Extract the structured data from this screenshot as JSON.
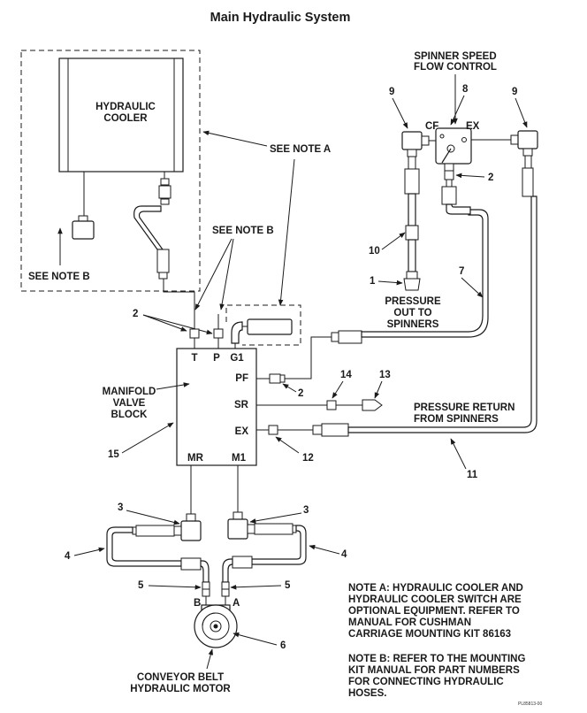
{
  "title": "Main Hydraulic System",
  "labels": {
    "cooler_line1": "HYDRAULIC",
    "cooler_line2": "COOLER",
    "see_note_a": "SEE NOTE A",
    "see_note_b_top": "SEE NOTE B",
    "see_note_b_left": "SEE NOTE B",
    "spinner_line1": "SPINNER SPEED",
    "spinner_line2": "FLOW CONTROL",
    "cf": "CF",
    "ex_top": "EX",
    "pressure_out_1": "PRESSURE",
    "pressure_out_2": "OUT TO",
    "pressure_out_3": "SPINNERS",
    "port_t": "T",
    "port_p": "P",
    "port_g1": "G1",
    "port_pf": "PF",
    "port_sr": "SR",
    "port_ex": "EX",
    "port_mr": "MR",
    "port_m1": "M1",
    "manifold_1": "MANIFOLD",
    "manifold_2": "VALVE",
    "manifold_3": "BLOCK",
    "return_1": "PRESSURE RETURN",
    "return_2": "FROM SPINNERS",
    "motor_b": "B",
    "motor_a": "A",
    "motor_1": "CONVEYOR BELT",
    "motor_2": "HYDRAULIC MOTOR"
  },
  "callouts": {
    "n9_left": "9",
    "n8": "8",
    "n9_right": "9",
    "n2_right": "2",
    "n10": "10",
    "n1": "1",
    "n7": "7",
    "n2_left": "2",
    "n2_pf": "2",
    "n14": "14",
    "n13": "13",
    "n12": "12",
    "n11": "11",
    "n15": "15",
    "n3_left": "3",
    "n3_right": "3",
    "n4_left": "4",
    "n4_right": "4",
    "n5_left": "5",
    "n5_right": "5",
    "n6": "6"
  },
  "notes": {
    "a_1": "NOTE A: HYDRAULIC COOLER AND",
    "a_2": "HYDRAULIC COOLER SWITCH ARE",
    "a_3": "OPTIONAL EQUIPMENT. REFER TO",
    "a_4": "MANUAL FOR CUSHMAN",
    "a_5": "CARRIAGE MOUNTING KIT 86163",
    "b_1": "NOTE B: REFER TO THE MOUNTING",
    "b_2": "KIT MANUAL FOR PART NUMBERS",
    "b_3": "FOR CONNECTING HYDRAULIC",
    "b_4": "HOSES."
  },
  "figure_id": "PL85813-00"
}
